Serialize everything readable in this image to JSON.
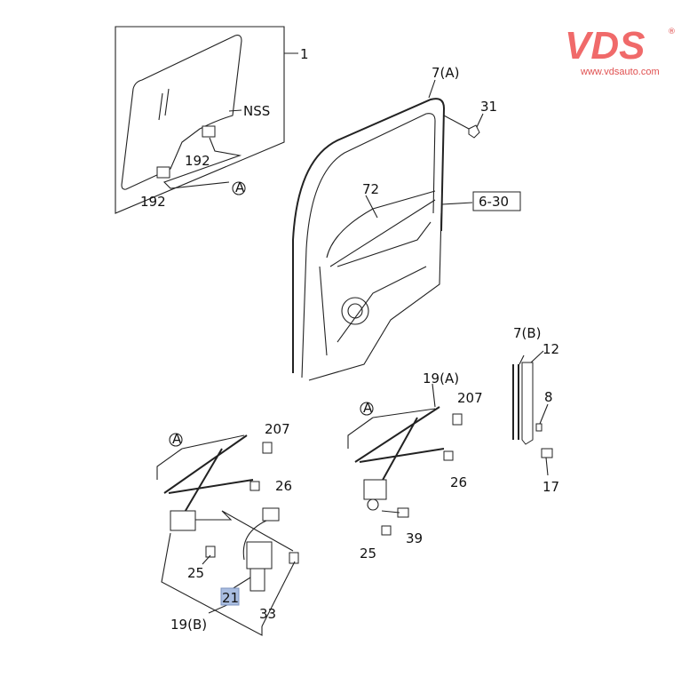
{
  "logo": {
    "brand": "VDS",
    "registered": "®",
    "url": "www.vdsauto.com",
    "color": "#f06a6a"
  },
  "labels": {
    "glass": "1",
    "nss": "NSS",
    "clip_a": "192",
    "clip_b": "192",
    "ref_a1": "A",
    "weatherstrip_a": "7(A)",
    "screw_31": "31",
    "panel_72": "72",
    "ref_box": "6-30",
    "weatherstrip_b": "7(B)",
    "channel_12": "12",
    "part_8": "8",
    "bolt_17": "17",
    "regulator_a": "19(A)",
    "bolt_207a": "207",
    "ref_a2": "A",
    "nut_26a": "26",
    "part_39": "39",
    "screw_25a": "25",
    "bolt_207b": "207",
    "ref_a3": "A",
    "nut_26b": "26",
    "screw_25b": "25",
    "motor_21": "21",
    "screw_33": "33",
    "regulator_b": "19(B)"
  },
  "highlight_color": "#a9bde0"
}
